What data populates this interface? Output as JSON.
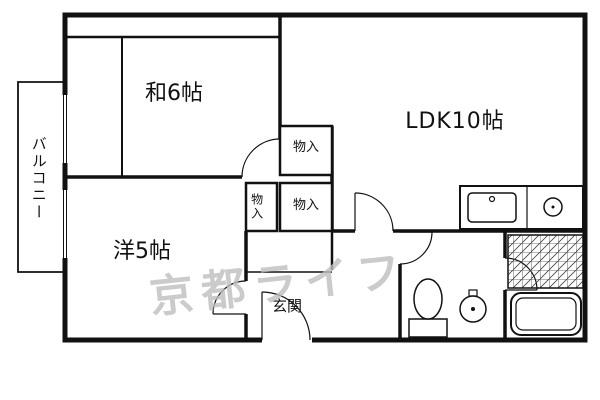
{
  "floorplan": {
    "labels": {
      "balcony": "バルコニー",
      "japanese_room": "和6帖",
      "ldk": "LDK10帖",
      "western_room": "洋5帖",
      "storage_a": "物入",
      "storage_b": "物入",
      "storage_c": "物入",
      "entrance": "玄関"
    },
    "watermark": "京都ライフ",
    "colors": {
      "line": "#111111",
      "watermark": "#bfbfbf",
      "background": "#ffffff"
    }
  }
}
